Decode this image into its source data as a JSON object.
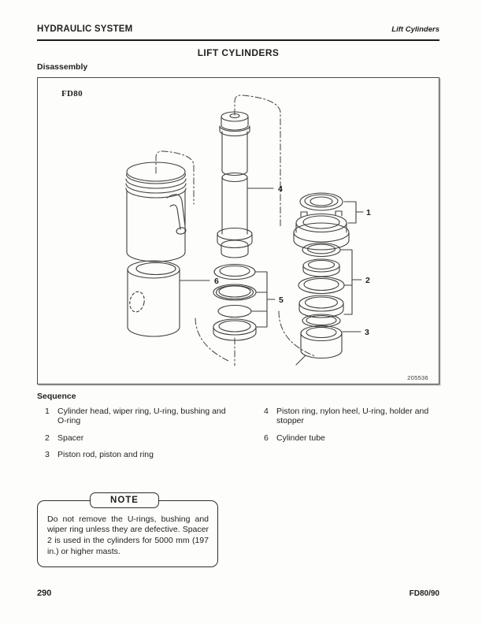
{
  "page": {
    "header": {
      "left": "HYDRAULIC SYSTEM",
      "right": "Lift Cylinders"
    },
    "title": "LIFT CYLINDERS",
    "subtitle": "Disassembly",
    "figure": {
      "model_label": "FD80",
      "figure_number": "205536",
      "callouts": [
        "1",
        "2",
        "3",
        "4",
        "5",
        "6"
      ]
    },
    "sequence": {
      "heading": "Sequence",
      "items_left": [
        {
          "num": "1",
          "text": "Cylinder head, wiper ring, U-ring, bushing and O-ring"
        },
        {
          "num": "2",
          "text": "Spacer"
        },
        {
          "num": "3",
          "text": "Piston rod, piston and ring"
        }
      ],
      "items_right": [
        {
          "num": "4",
          "text": "Piston ring, nylon heel, U-ring, holder and stopper"
        },
        {
          "num": "6",
          "text": "Cylinder tube"
        }
      ]
    },
    "note": {
      "label": "NOTE",
      "text": "Do not remove the U-rings, bushing and wiper ring unless they are defective.  Spacer 2 is used in the cylinders for 5000 mm (197 in.) or higher masts."
    },
    "footer": {
      "page_number": "290",
      "model": "FD80/90"
    },
    "colors": {
      "ink": "#1f1f1f",
      "paper": "#fdfdfb",
      "diagram_stroke": "#3f3f3f"
    }
  }
}
